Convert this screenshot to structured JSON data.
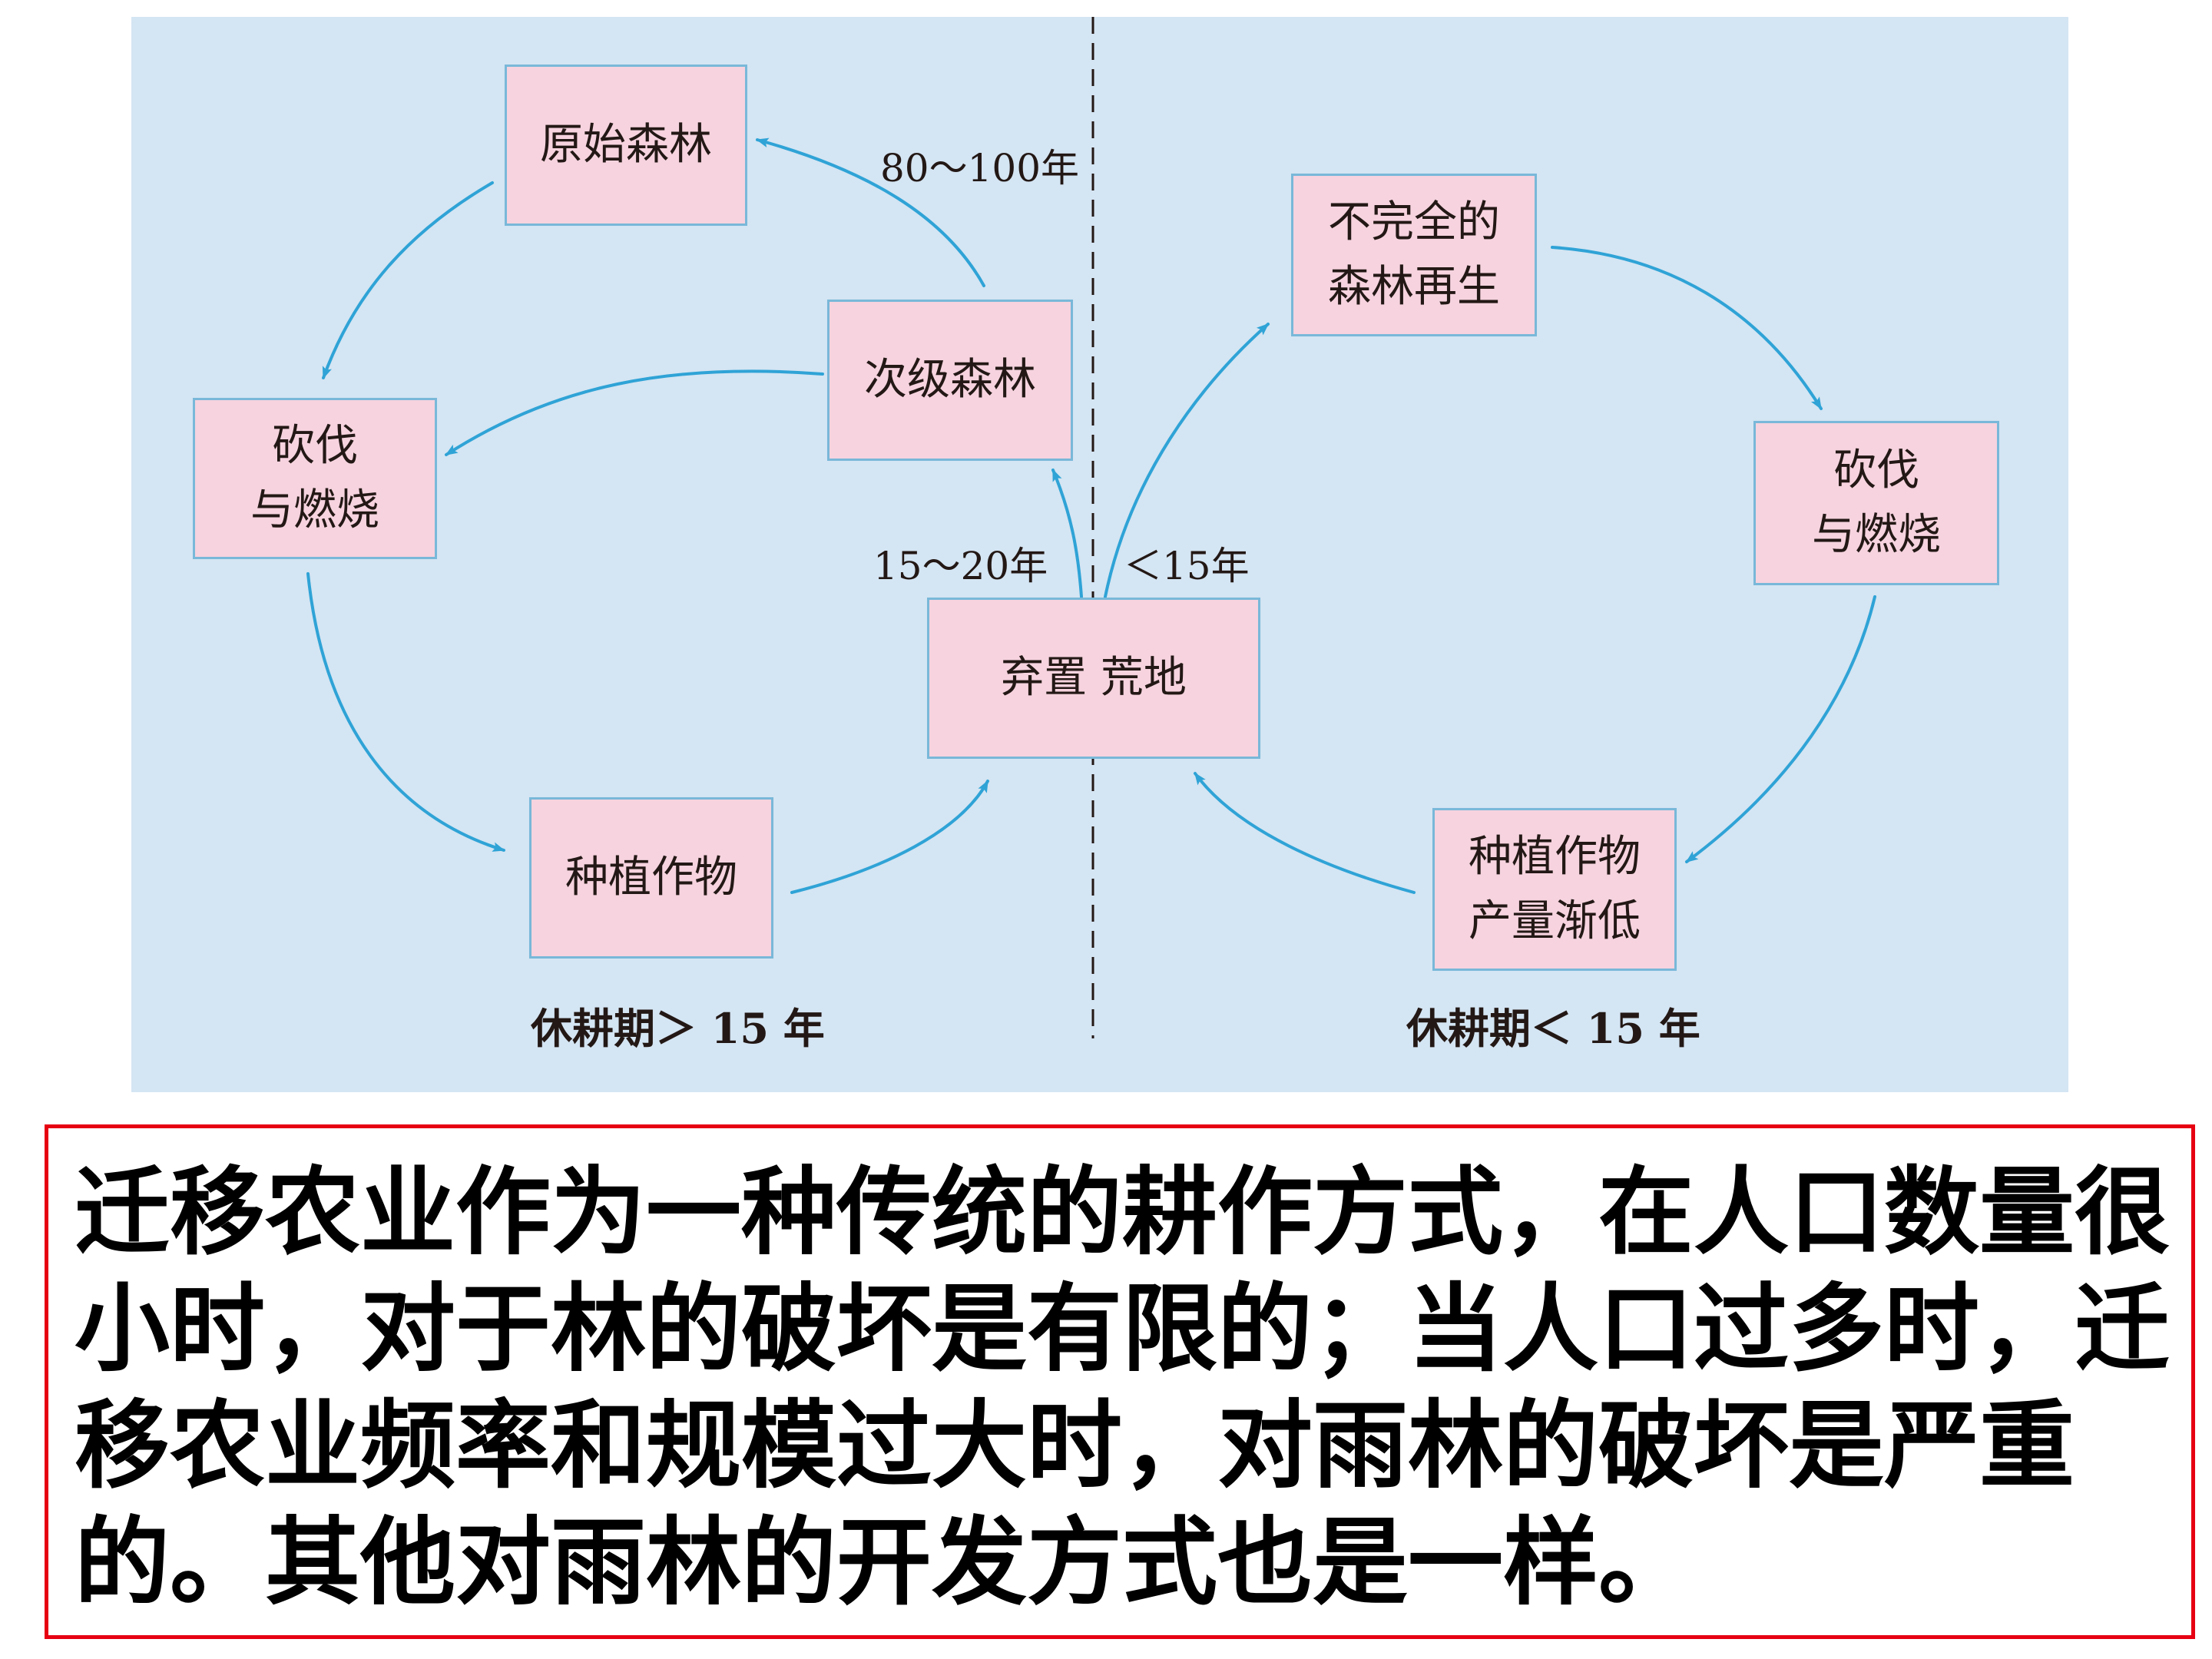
{
  "colors": {
    "panel_background": "#d4e5f3",
    "box_fill": "#f6d3df",
    "box_border": "#79b8d9",
    "arrow": "#2fa3d6",
    "caption_border": "#e60012"
  },
  "diagram": {
    "boxes": {
      "primary_forest": "原始森林",
      "secondary_forest": "次级森林",
      "left_clearing": "砍伐\n与燃烧",
      "left_planting": "种植作物",
      "abandoned": "弃置 荒地",
      "incomplete_regrowth": "不完全的\n森林再生",
      "right_clearing": "砍伐\n与燃烧",
      "declining_yield": "种植作物\n产量渐低"
    },
    "labels": {
      "years_80_100": "80～100年",
      "years_15_20": "15～20年",
      "years_lt_15": "＜15年"
    },
    "periods": {
      "left": "休耕期＞ 15 年",
      "right": "休耕期＜ 15 年"
    }
  },
  "caption": {
    "text": "迁移农业作为一种传统的耕作方式，在人口数量很小时，对于林的破坏是有限的；当人口过多时，迁移农业频率和规模过大时，对雨林的破坏是严重的。其他对雨林的开发方式也是一样。"
  }
}
